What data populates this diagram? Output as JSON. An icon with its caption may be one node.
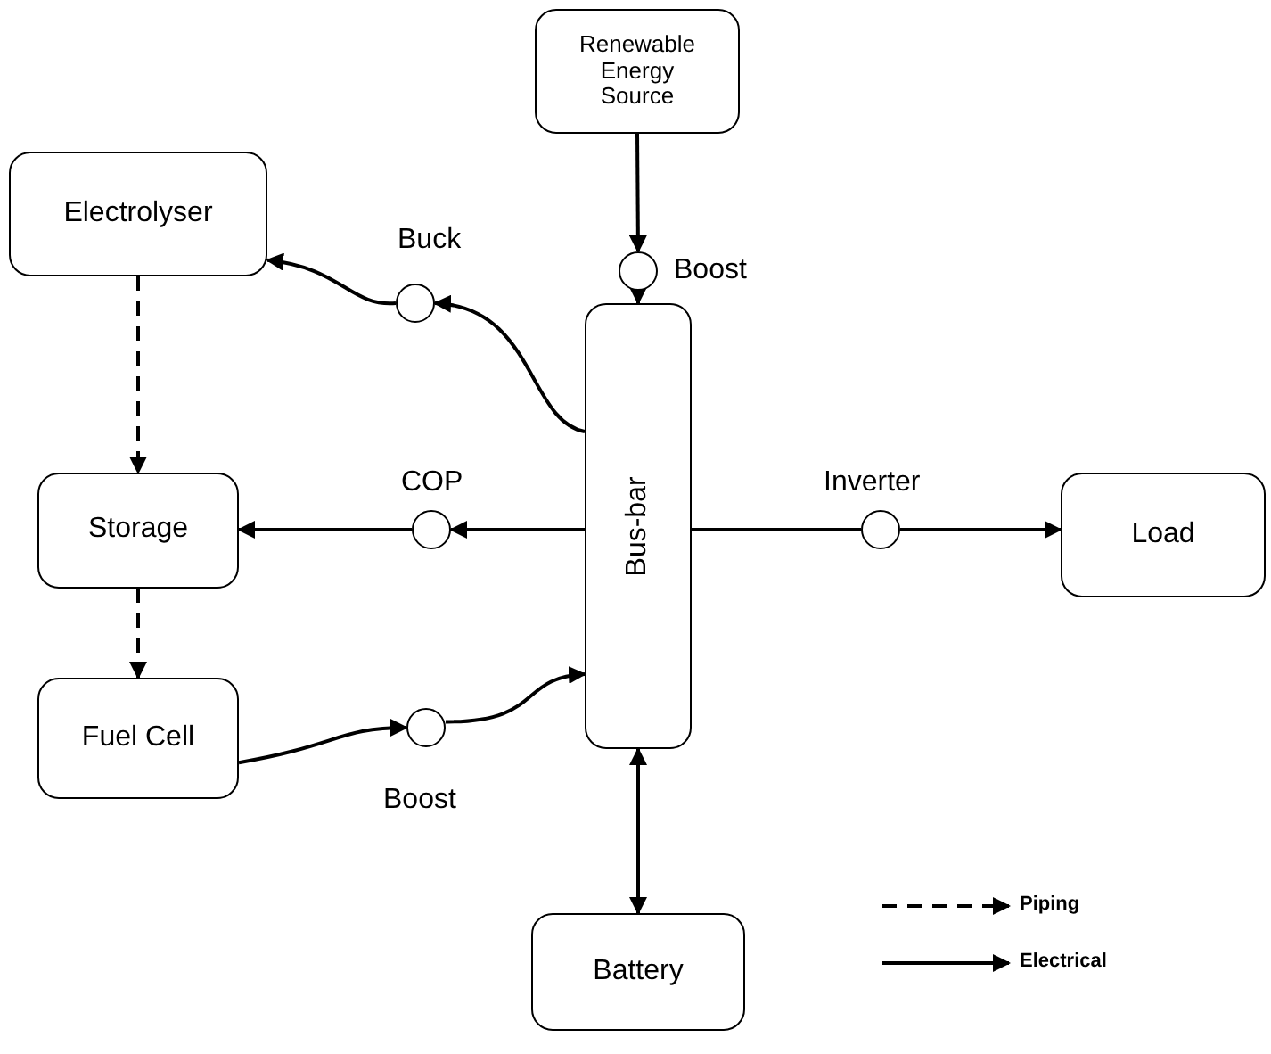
{
  "diagram": {
    "nodes": [
      {
        "text": [
          "Renewable Energy Source"
        ]
      },
      {
        "text": [],
        "shape": "circle",
        "beside": [
          "Boost"
        ]
      },
      {
        "text": [
          "Electrolyser"
        ]
      },
      {
        "text": [],
        "shape": "circle",
        "beside": [
          "Buck"
        ]
      },
      {
        "text": [
          "Bus-bar"
        ]
      },
      {
        "text": [
          "Storage"
        ]
      },
      {
        "text": [],
        "shape": "circle",
        "beside": [
          "COP"
        ]
      },
      {
        "text": [],
        "shape": "circle",
        "beside": [
          "Inverter"
        ]
      },
      {
        "text": [
          "Load"
        ]
      },
      {
        "text": [
          "Fuel Cell"
        ]
      },
      {
        "text": [],
        "shape": "circle",
        "beside": [
          "Boost"
        ]
      },
      {
        "text": [
          "Battery"
        ]
      }
    ],
    "edges": [
      {
        "from": 0,
        "to": 1,
        "arrow": "to"
      },
      {
        "from": 1,
        "to": 4,
        "arrow": "to"
      },
      {
        "from": 4,
        "to": 3,
        "arrow": "to"
      },
      {
        "from": 3,
        "to": 2,
        "arrow": "to"
      },
      {
        "from": 2,
        "to": 5,
        "arrow": "to",
        "style": "dashed"
      },
      {
        "from": 5,
        "to": 9,
        "arrow": "to",
        "style": "dashed"
      },
      {
        "from": 4,
        "to": 6,
        "arrow": "to"
      },
      {
        "from": 6,
        "to": 5,
        "arrow": "to"
      },
      {
        "from": 4,
        "to": 7,
        "arrow": "none"
      },
      {
        "from": 7,
        "to": 8,
        "arrow": "to"
      },
      {
        "from": 9,
        "to": 10,
        "arrow": "to"
      },
      {
        "from": 10,
        "to": 4,
        "arrow": "to"
      },
      {
        "from": 4,
        "to": 11,
        "arrow": "both"
      }
    ],
    "legend": [
      {
        "text": "Piping"
      },
      {
        "text": "Electrical"
      }
    ]
  }
}
